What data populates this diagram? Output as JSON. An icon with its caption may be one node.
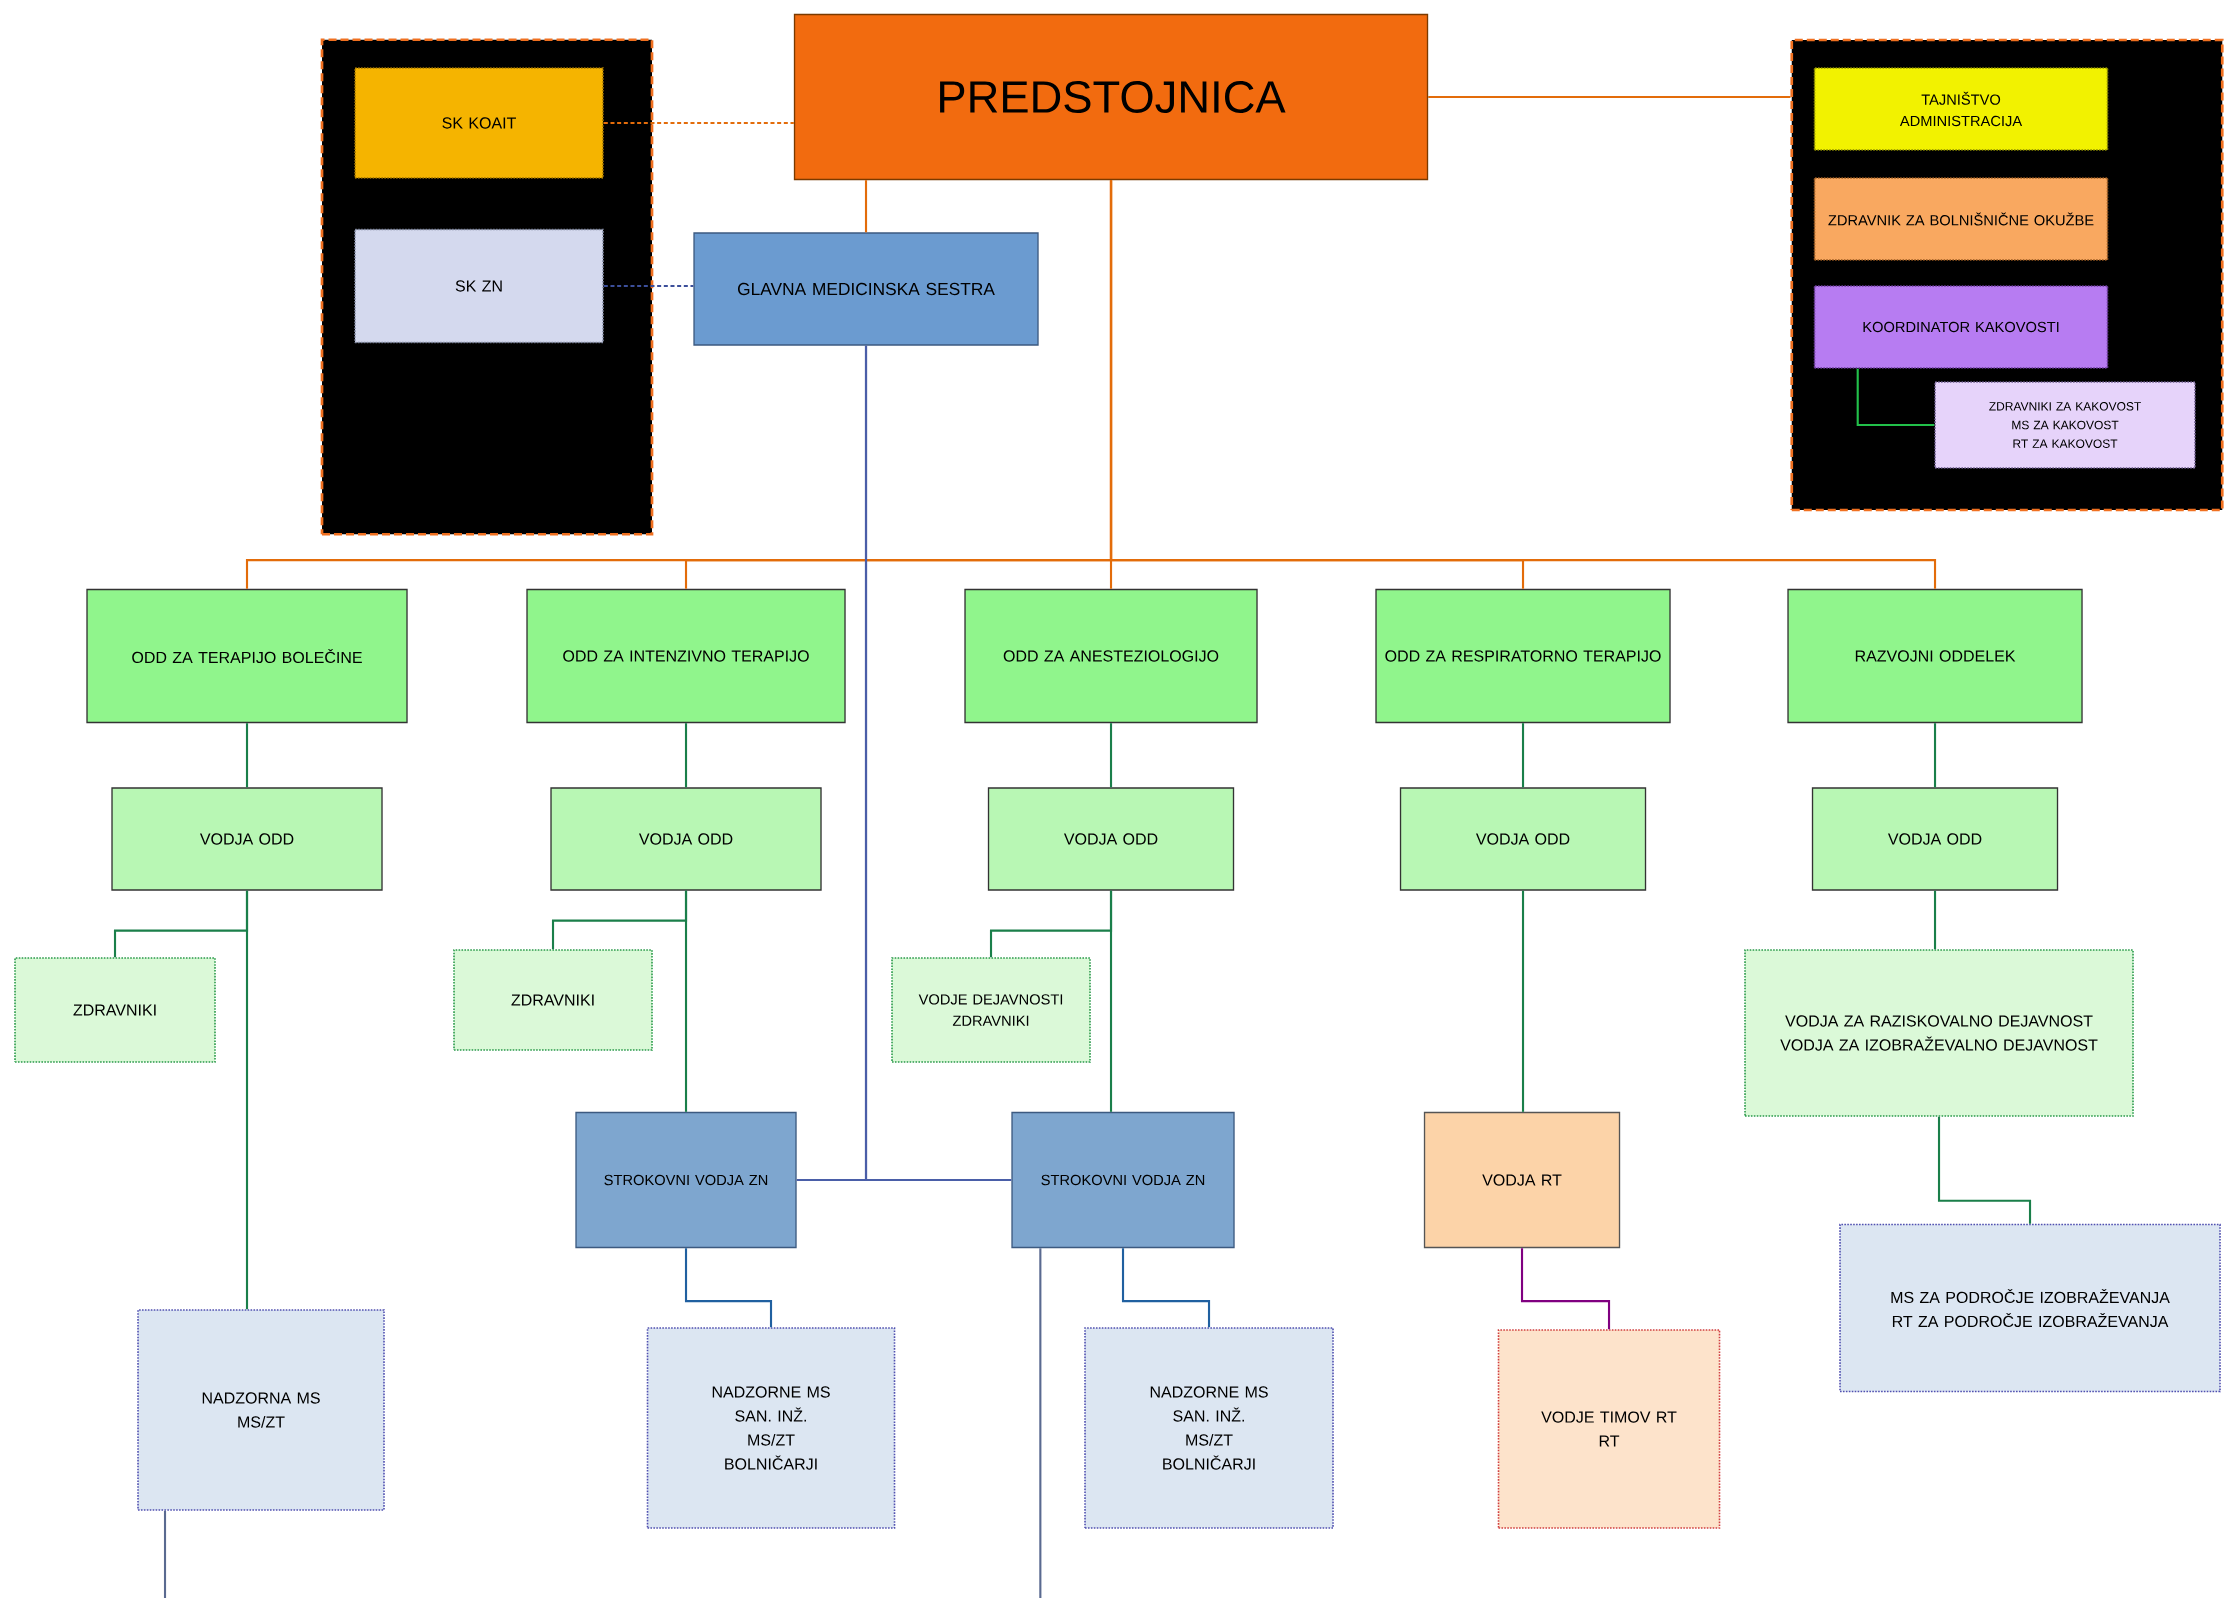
{
  "diagram": {
    "nodes": [
      {
        "text": [
          "PREDSTOJNICA"
        ]
      },
      {
        "text": [],
        "shape": "box"
      },
      {
        "text": [
          "SK KOAIT"
        ],
        "in": 1
      },
      {
        "text": [
          "SK ZN"
        ],
        "in": 1
      },
      {
        "text": [
          "GLAVNA MEDICINSKA SESTRA"
        ]
      },
      {
        "text": [],
        "shape": "box"
      },
      {
        "text": [
          "TAJNIŠTVO",
          "ADMINISTRACIJA"
        ],
        "in": 5
      },
      {
        "text": [
          "ZDRAVNIK ZA BOLNIŠNIČNE OKUŽBE"
        ],
        "in": 5
      },
      {
        "text": [
          "KOORDINATOR KAKOVOSTI"
        ],
        "in": 5
      },
      {
        "text": [
          "ZDRAVNIKI ZA KAKOVOST",
          "MS ZA KAKOVOST",
          "RT ZA KAKOVOST"
        ],
        "in": 5
      },
      {
        "text": [
          "ODD ZA TERAPIJO BOLEČINE"
        ]
      },
      {
        "text": [
          "ODD ZA INTENZIVNO TERAPIJO"
        ]
      },
      {
        "text": [
          "ODD ZA ANESTEZIOLOGIJO"
        ]
      },
      {
        "text": [
          "ODD ZA RESPIRATORNO TERAPIJO"
        ]
      },
      {
        "text": [
          "RAZVOJNI ODDELEK"
        ]
      },
      {
        "text": [
          "VODJA ODD"
        ]
      },
      {
        "text": [
          "VODJA ODD"
        ]
      },
      {
        "text": [
          "VODJA ODD"
        ]
      },
      {
        "text": [
          "VODJA ODD"
        ]
      },
      {
        "text": [
          "VODJA ODD"
        ]
      },
      {
        "text": [
          "ZDRAVNIKI"
        ]
      },
      {
        "text": [
          "ZDRAVNIKI"
        ]
      },
      {
        "text": [
          "VODJE DEJAVNOSTI",
          "ZDRAVNIKI"
        ]
      },
      {
        "text": [
          "VODJA ZA RAZISKOVALNO DEJAVNOST",
          "VODJA ZA IZOBRAŽEVALNO DEJAVNOST"
        ]
      },
      {
        "text": [
          "STROKOVNI VODJA ZN"
        ]
      },
      {
        "text": [
          "STROKOVNI VODJA ZN"
        ]
      },
      {
        "text": [
          "VODJA RT"
        ]
      },
      {
        "text": [
          "MS ZA PODROČJE IZOBRAŽEVANJA",
          "RT ZA PODROČJE IZOBRAŽEVANJA"
        ]
      },
      {
        "text": [
          "NADZORNA MS",
          "MS/ZT"
        ]
      },
      {
        "text": [
          "NADZORNE MS",
          "SAN. INŽ.",
          "MS/ZT",
          "BOLNIČARJI"
        ]
      },
      {
        "text": [
          "NADZORNE MS",
          "SAN. INŽ.",
          "MS/ZT",
          "BOLNIČARJI"
        ]
      },
      {
        "text": [
          "VODJE TIMOV RT",
          "RT"
        ]
      }
    ],
    "edges": [
      {
        "from": 0,
        "to": 2,
        "arrow": "none",
        "style": "dashed",
        "color": "#e36c0a"
      },
      {
        "from": 4,
        "to": 3,
        "arrow": "none",
        "style": "dashed",
        "color": "#3c4f9a"
      },
      {
        "from": 0,
        "to": 4,
        "arrow": "none",
        "color": "#e36c0a"
      },
      {
        "from": 0,
        "to": 5,
        "arrow": "none",
        "color": "#e36c0a"
      },
      {
        "from": 0,
        "to": 10,
        "arrow": "none",
        "color": "#e36c0a"
      },
      {
        "from": 0,
        "to": 11,
        "arrow": "none",
        "color": "#e36c0a"
      },
      {
        "from": 0,
        "to": 12,
        "arrow": "none",
        "color": "#e36c0a"
      },
      {
        "from": 0,
        "to": 13,
        "arrow": "none",
        "color": "#e36c0a"
      },
      {
        "from": 0,
        "to": 14,
        "arrow": "none",
        "color": "#e36c0a"
      },
      {
        "from": 4,
        "to": 24,
        "arrow": "none",
        "color": "#4a5ea8"
      },
      {
        "from": 4,
        "to": 25,
        "arrow": "none",
        "color": "#4a5ea8"
      },
      {
        "from": 8,
        "to": 9,
        "arrow": "none",
        "color": "#22c04a"
      },
      {
        "from": 10,
        "to": 15,
        "arrow": "none"
      },
      {
        "from": 11,
        "to": 16,
        "arrow": "none"
      },
      {
        "from": 12,
        "to": 17,
        "arrow": "none"
      },
      {
        "from": 13,
        "to": 18,
        "arrow": "none"
      },
      {
        "from": 14,
        "to": 19,
        "arrow": "none"
      },
      {
        "from": 15,
        "to": 20,
        "arrow": "none"
      },
      {
        "from": 15,
        "to": 28,
        "arrow": "none"
      },
      {
        "from": 16,
        "to": 21,
        "arrow": "none"
      },
      {
        "from": 16,
        "to": 24,
        "arrow": "none"
      },
      {
        "from": 17,
        "to": 22,
        "arrow": "none"
      },
      {
        "from": 17,
        "to": 25,
        "arrow": "none"
      },
      {
        "from": 18,
        "to": 26,
        "arrow": "none"
      },
      {
        "from": 19,
        "to": 23,
        "arrow": "none"
      },
      {
        "from": 23,
        "to": 27,
        "arrow": "none"
      },
      {
        "from": 24,
        "to": 29,
        "arrow": "none",
        "color": "#2060a0"
      },
      {
        "from": 25,
        "to": 30,
        "arrow": "none",
        "color": "#2060a0"
      },
      {
        "from": 26,
        "to": 31,
        "arrow": "none",
        "color": "#800080"
      },
      {
        "from": 28,
        "to": null,
        "arrow": "none",
        "color": "#5a6a90"
      },
      {
        "from": 25,
        "to": null,
        "arrow": "none",
        "color": "#5a6a90"
      }
    ]
  }
}
